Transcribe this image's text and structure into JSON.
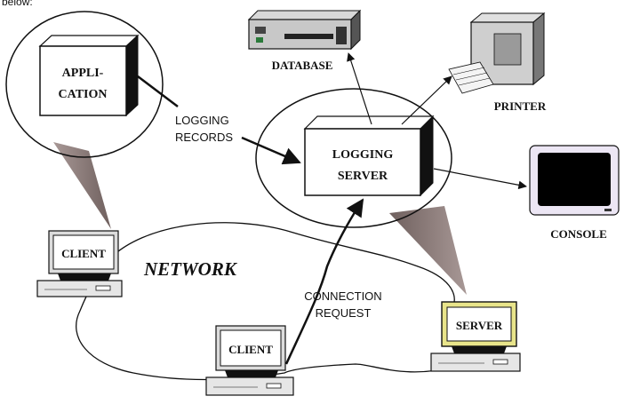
{
  "header_fragment": "below:",
  "nodes": {
    "application": {
      "line1": "APPLI-",
      "line2": "CATION"
    },
    "logging_server": {
      "line1": "LOGGING",
      "line2": "SERVER"
    },
    "database": {
      "label": "DATABASE"
    },
    "printer": {
      "label": "PRINTER"
    },
    "console": {
      "label": "CONSOLE"
    },
    "client_left": {
      "label": "CLIENT"
    },
    "client_bottom": {
      "label": "CLIENT"
    },
    "server": {
      "label": "SERVER"
    }
  },
  "edge_labels": {
    "logging_records_1": "LOGGING",
    "logging_records_2": "RECORDS",
    "connection_1": "CONNECTION",
    "connection_2": "REQUEST"
  },
  "network_label": "NETWORK",
  "colors": {
    "cone": "#8a7a78",
    "server_highlight": "#e8e48a",
    "console_screen": "#000000",
    "console_bezel": "#ece6f4"
  }
}
